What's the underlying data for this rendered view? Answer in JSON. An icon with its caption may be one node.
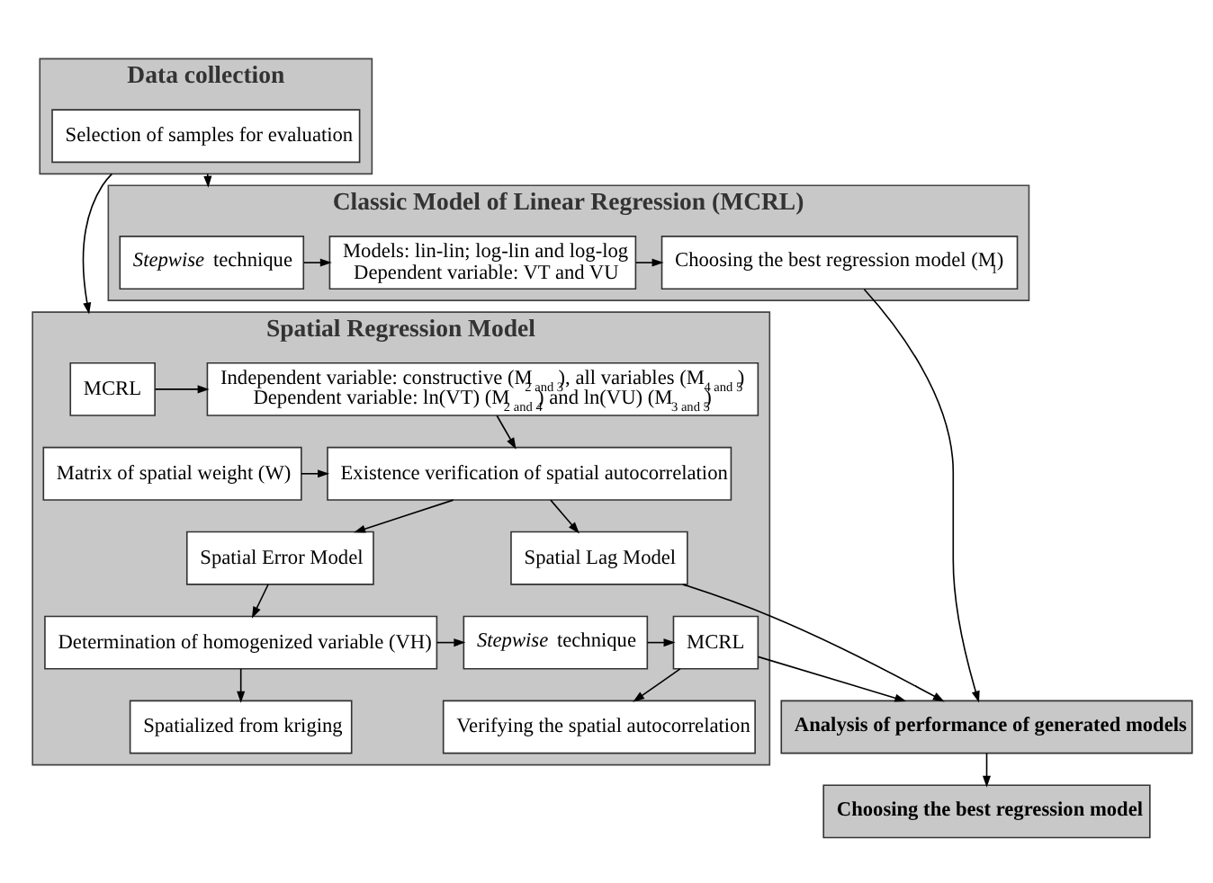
{
  "diagram": {
    "nodes": [
      {
        "text": [
          "Data collection"
        ]
      },
      {
        "text": [
          "Selection of samples for evaluation"
        ],
        "in": 0
      },
      {
        "text": [
          "Classic Model of Linear Regression (MCRL)"
        ]
      },
      {
        "text": [
          "*Stepwise* technique"
        ],
        "in": 2
      },
      {
        "text": [
          "Models: lin-lin; log-lin and log-log",
          "Dependent variable: VT and VU"
        ],
        "in": 2
      },
      {
        "text": [
          "Choosing the best regression model (M$_{1}$)"
        ],
        "in": 2
      },
      {
        "text": [
          "Spatial Regression Model"
        ]
      },
      {
        "text": [
          "MCRL"
        ],
        "in": 6
      },
      {
        "text": [
          "Independent variable: constructive (M$_{2 and 3}$), all variables (M$_{4 and 5}$)",
          "Dependent variable: ln(VT) (M$_{2 and 4}$) and ln(VU) (M$_{3 and 5}$)"
        ],
        "in": 6
      },
      {
        "text": [
          "Matrix of spatial weight (W)"
        ],
        "in": 6
      },
      {
        "text": [
          "Existence verification of spatial autocorrelation"
        ],
        "in": 6
      },
      {
        "text": [
          "Spatial Error Model"
        ],
        "in": 6
      },
      {
        "text": [
          "Spatial Lag Model"
        ],
        "in": 6
      },
      {
        "text": [
          "Determination of homogenized variable (VH)"
        ],
        "in": 6
      },
      {
        "text": [
          "*Stepwise* technique"
        ],
        "in": 6
      },
      {
        "text": [
          "MCRL"
        ],
        "in": 6
      },
      {
        "text": [
          "Spatialized from kriging"
        ],
        "in": 6
      },
      {
        "text": [
          "Verifying the spatial autocorrelation"
        ],
        "in": 6
      },
      {
        "text": [
          "Analysis of performance of generated models"
        ]
      },
      {
        "text": [
          "Choosing the best regression model"
        ]
      }
    ],
    "edges": [
      {
        "from": 0,
        "to": 2,
        "arrow": "to"
      },
      {
        "from": 0,
        "to": 6,
        "arrow": "to"
      },
      {
        "from": 3,
        "to": 4,
        "arrow": "to"
      },
      {
        "from": 4,
        "to": 5,
        "arrow": "to"
      },
      {
        "from": 5,
        "to": 18,
        "arrow": "to"
      },
      {
        "from": 7,
        "to": 8,
        "arrow": "to"
      },
      {
        "from": 8,
        "to": 10,
        "arrow": "to"
      },
      {
        "from": 9,
        "to": 10,
        "arrow": "to"
      },
      {
        "from": 10,
        "to": 11,
        "arrow": "to"
      },
      {
        "from": 10,
        "to": 12,
        "arrow": "to"
      },
      {
        "from": 12,
        "to": 18,
        "arrow": "to"
      },
      {
        "from": 11,
        "to": 13,
        "arrow": "to"
      },
      {
        "from": 13,
        "to": 14,
        "arrow": "to"
      },
      {
        "from": 14,
        "to": 15,
        "arrow": "to"
      },
      {
        "from": 15,
        "to": 18,
        "arrow": "to"
      },
      {
        "from": 13,
        "to": 16,
        "arrow": "to"
      },
      {
        "from": 15,
        "to": 17,
        "arrow": "to"
      },
      {
        "from": 18,
        "to": 19,
        "arrow": "to"
      }
    ]
  }
}
